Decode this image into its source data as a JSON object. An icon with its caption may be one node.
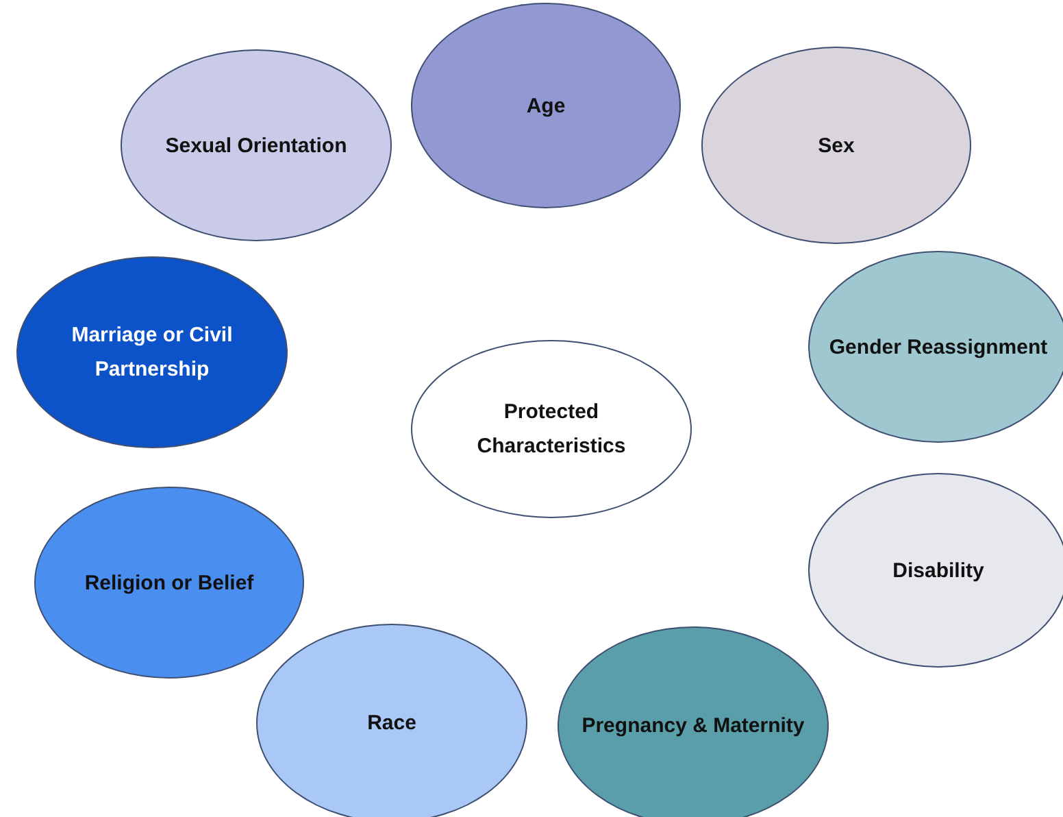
{
  "diagram": {
    "nodes": [
      {
        "text": [
          "Age"
        ]
      },
      {
        "text": [
          "Sexual Orientation"
        ]
      },
      {
        "text": [
          "Sex"
        ]
      },
      {
        "text": [
          "Marriage or Civil Partnership"
        ]
      },
      {
        "text": [
          "Gender Reassignment"
        ]
      },
      {
        "text": [
          "Protected Characteristics"
        ]
      },
      {
        "text": [
          "Religion or Belief"
        ]
      },
      {
        "text": [
          "Disability"
        ]
      },
      {
        "text": [
          "Race"
        ]
      },
      {
        "text": [
          "Pregnancy & Maternity"
        ]
      }
    ]
  }
}
